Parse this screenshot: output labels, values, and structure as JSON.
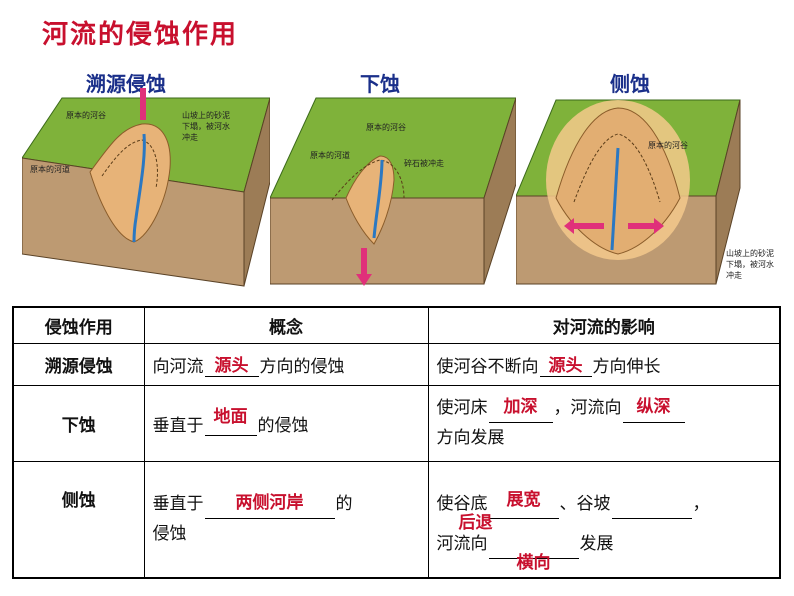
{
  "title": "河流的侵蚀作用",
  "diagrams": {
    "headwater": {
      "caption": "溯源侵蚀",
      "labels": [
        "原本的河谷",
        "山坡上的砂泥",
        "下塌，被河水",
        "冲走",
        "原本的河道"
      ]
    },
    "downcut": {
      "caption": "下蚀",
      "labels": [
        "原本的河谷",
        "原本的河道",
        "碎石被冲走"
      ]
    },
    "lateral": {
      "caption": "侧蚀",
      "labels": [
        "原本的河谷",
        "山坡上的砂泥",
        "下塌，被河水",
        "冲走"
      ]
    }
  },
  "table": {
    "headers": [
      "侵蚀作用",
      "概念",
      "对河流的影响"
    ],
    "rows": [
      {
        "name": "溯源侵蚀",
        "concept": {
          "pre": "向河流",
          "ans": "源头",
          "post": "方向的侵蚀"
        },
        "effect": {
          "pre": "使河谷不断向",
          "ans": "源头",
          "post": "方向伸长"
        }
      },
      {
        "name": "下蚀",
        "concept": {
          "pre": "垂直于",
          "ans": "地面",
          "post": "的侵蚀"
        },
        "effect": {
          "pre": "使河床",
          "ans1": "加深",
          "mid": "，河流向",
          "ans2": "纵深",
          "line2": "方向发展"
        }
      },
      {
        "name": "侧蚀",
        "concept": {
          "pre": "垂直于",
          "ans": "两侧河岸",
          "post": "的",
          "line2": "侵蚀"
        },
        "effect": {
          "pre": "使谷底",
          "ans1": "展宽",
          "mid": "、谷坡",
          "ans2": "后退",
          "end": "，",
          "line2pre": "河流向",
          "ans3": "横向",
          "line2post": "发展"
        }
      }
    ]
  }
}
